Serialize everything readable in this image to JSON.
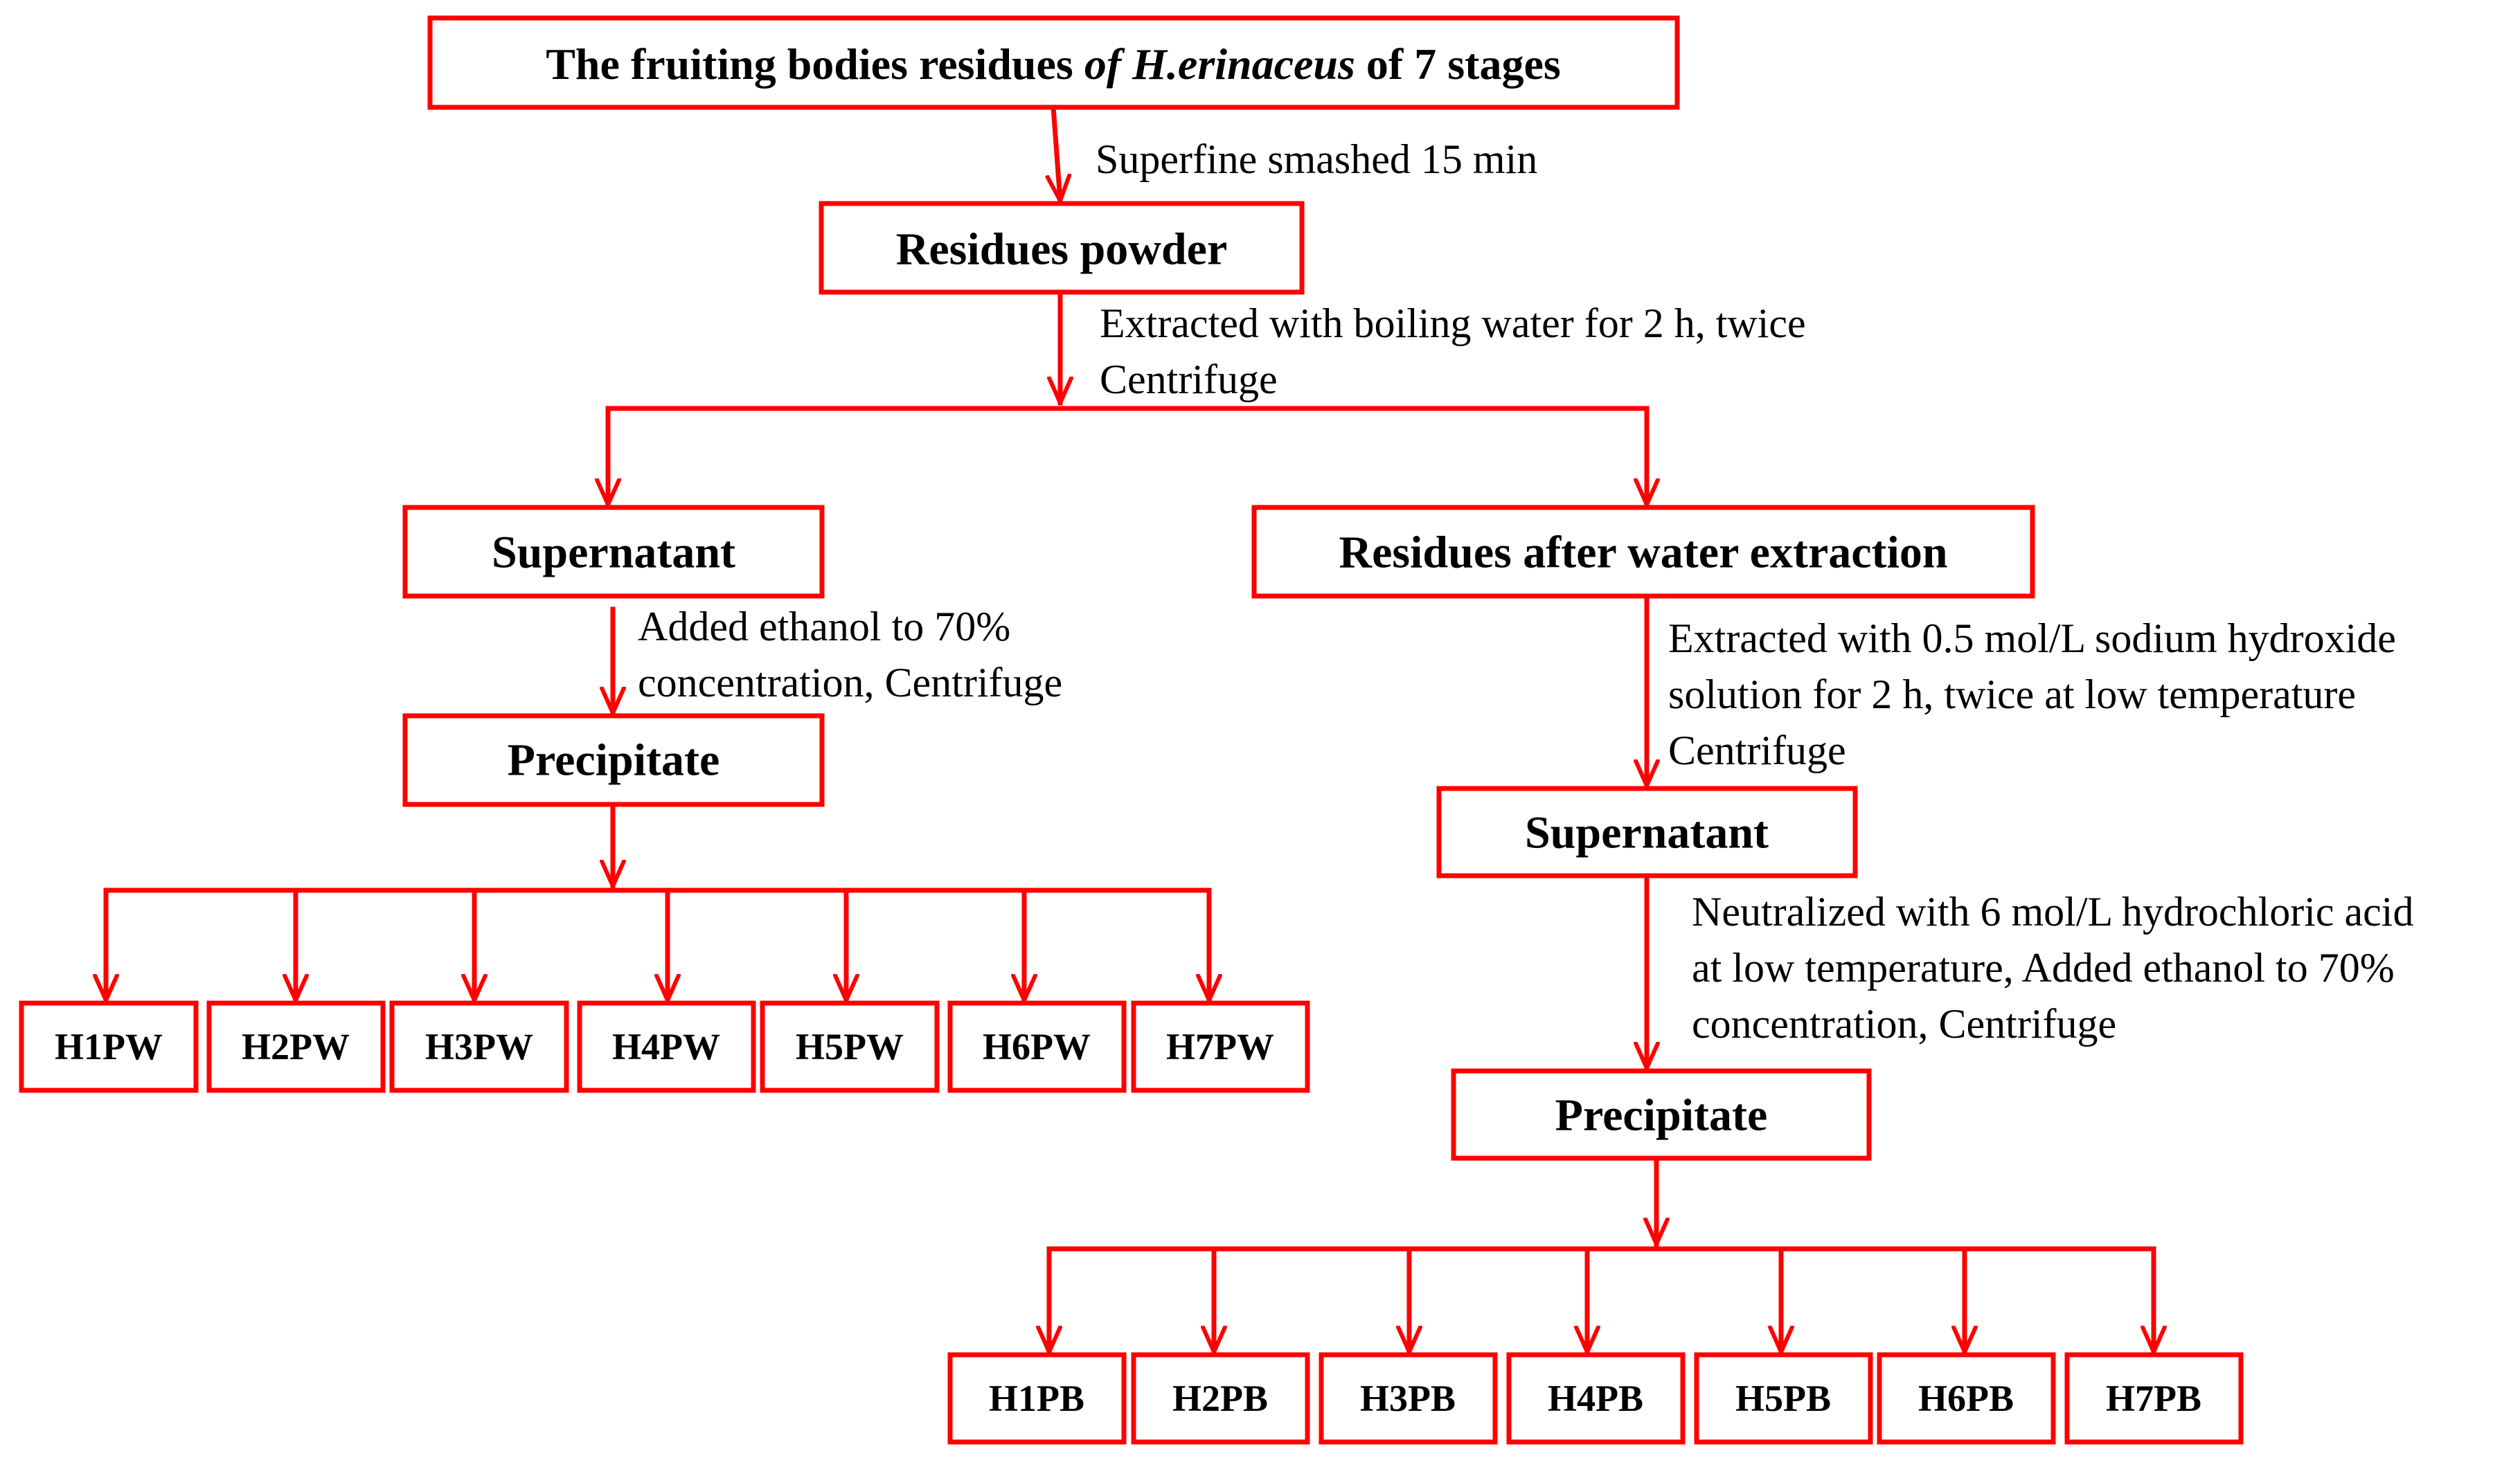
{
  "colors": {
    "stroke": "#FF0000",
    "text": "#000000",
    "background": "#FFFFFF"
  },
  "boxes": {
    "top": {
      "prefix": "The fruiting bodies residues ",
      "italic": "of H.erinaceus",
      "suffix": " of 7 stages"
    },
    "residues_powder": "Residues powder",
    "supernatant_water": "Supernatant",
    "residues_after": "Residues after water extraction",
    "precipitate_water": "Precipitate",
    "supernatant_alkali": "Supernatant",
    "precipitate_alkali": "Precipitate",
    "pw": [
      "H1PW",
      "H2PW",
      "H3PW",
      "H4PW",
      "H5PW",
      "H6PW",
      "H7PW"
    ],
    "pb": [
      "H1PB",
      "H2PB",
      "H3PB",
      "H4PB",
      "H5PB",
      "H6PB",
      "H7PB"
    ]
  },
  "notes": {
    "smash": "Superfine smashed 15 min",
    "boil_1": "Extracted with boiling water for 2 h, twice",
    "boil_2": "Centrifuge",
    "ethanol_1": "Added ethanol to 70%",
    "ethanol_2": "concentration, Centrifuge",
    "naoh_1": "Extracted with 0.5 mol/L sodium hydroxide",
    "naoh_2": "solution for 2 h, twice at low temperature",
    "naoh_3": "Centrifuge",
    "hcl_1": "Neutralized with 6 mol/L hydrochloric acid",
    "hcl_2": "at low temperature, Added ethanol to 70%",
    "hcl_3": "concentration, Centrifuge"
  }
}
